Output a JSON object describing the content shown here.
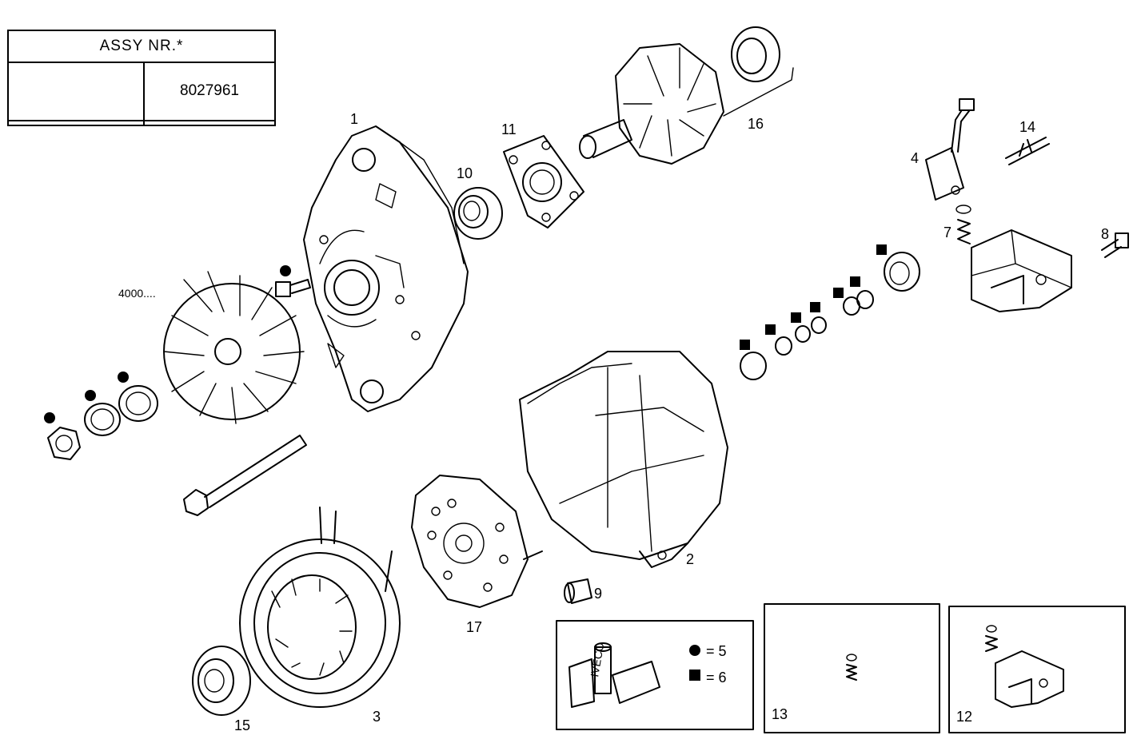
{
  "assy_table": {
    "header": "ASSY  NR.*",
    "rows": [
      [
        "",
        "8027961"
      ],
      [
        "",
        ""
      ]
    ]
  },
  "callouts": {
    "p1": "1",
    "p2": "2",
    "p3": "3",
    "p4": "4",
    "p7": "7",
    "p8": "8",
    "p9": "9",
    "p10": "10",
    "p11": "11",
    "p12": "12",
    "p13": "13",
    "p14": "14",
    "p15": "15",
    "p16": "16",
    "p17": "17",
    "p4000": "4000...."
  },
  "legend": {
    "circle_text": "= 5",
    "square_text": "= 6"
  },
  "kit_text": "IVECO"
}
